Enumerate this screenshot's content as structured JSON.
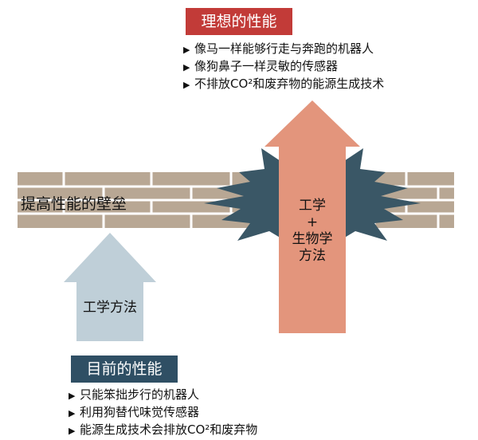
{
  "ideal": {
    "title": "理想的性能",
    "items": [
      "像马一样能够行走与奔跑的机器人",
      "像狗鼻子一样灵敏的传感器",
      "不排放CO²和废弃物的能源生成技术"
    ]
  },
  "current": {
    "title": "目前的性能",
    "items": [
      "只能笨拙步行的机器人",
      "利用狗替代味觉传感器",
      "能源生成技术会排放CO²和废弃物"
    ]
  },
  "wall": {
    "label": "提高性能的壁垒"
  },
  "arrows": {
    "engineering": "工学方法",
    "combined": [
      "工学",
      "+",
      "生物学",
      "方法"
    ]
  },
  "colors": {
    "ideal_badge": "#c23b38",
    "current_badge": "#2f4f64",
    "wall": "#b8a794",
    "burst": "#3a5766",
    "engineering_arrow": "#bfcfd8",
    "combined_arrow": "#e3957c"
  }
}
